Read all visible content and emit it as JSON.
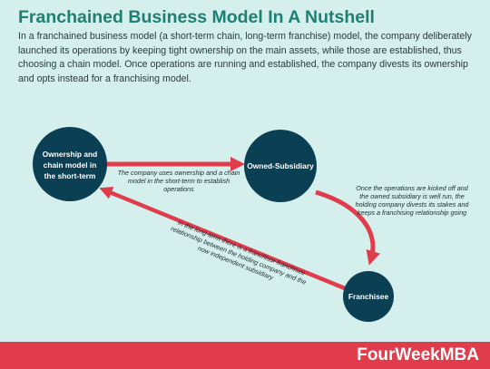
{
  "title": "Franchained Business Model In A Nutshell",
  "intro": "In a franchained business model (a short-term chain, long-term franchise) model, the company deliberately launched its operations by keeping tight ownership on the main assets, while those are established, thus choosing a chain model. Once operations are running and established, the company divests its ownership and opts instead for a franchising model.",
  "nodes": {
    "ownership": "Ownership and chain model in the short-term",
    "subsidiary": "Owned-Subsidiary",
    "franchisee": "Franchisee"
  },
  "notes": {
    "ownership_to_subsidiary": "The company uses ownership and a chain model in the short-term to establish operations",
    "subsidiary_to_franchisee": "Once the operations are kicked off and the owned subsidiary is well run, the holding company divests its stakes and keeps a franchising relationship going",
    "franchisee_to_ownership": "In the long-term there is a franchisor-franchisee relationship between the holding company and the now independent subsidiary"
  },
  "brand": "FourWeekMBA",
  "colors": {
    "background": "#d4efec",
    "title": "#1f7f74",
    "node": "#0b3f53",
    "arrow": "#e03c4c",
    "footer": "#e03c4c"
  }
}
